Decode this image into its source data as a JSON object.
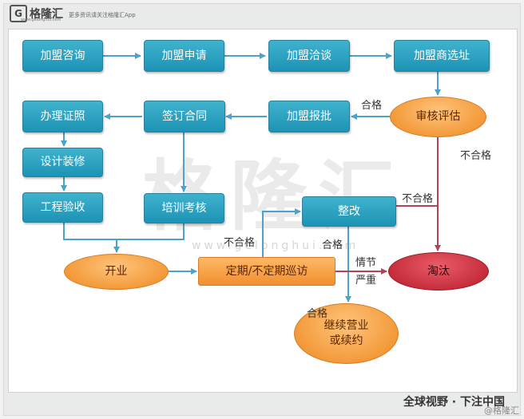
{
  "header": {
    "logo_glyph": "G",
    "logo_name": "格隆汇",
    "logo_url": "www.gelonghui.com",
    "tagline": "更多资讯请关注格隆汇App"
  },
  "watermark": {
    "text": "格隆汇",
    "url": "www.gelonghui.com"
  },
  "footer": {
    "slogan": "全球视野 · 下注中国",
    "corner_credit": "@格隆汇"
  },
  "nodes": {
    "consult": "加盟咨询",
    "apply": "加盟申请",
    "negotiate": "加盟洽谈",
    "site": "加盟商选址",
    "review": "审核评估",
    "approve": "加盟报批",
    "contract": "签订合同",
    "license": "办理证照",
    "design": "设计装修",
    "inspection": "工程验收",
    "training": "培训考核",
    "rectify": "整改",
    "open": "开业",
    "patrol": "定期/不定期巡访",
    "eliminate": "淘汰",
    "continue_line1": "继续营业",
    "continue_line2": "或续约"
  },
  "edge_labels": {
    "pass_review": "合格",
    "fail_review": "不合格",
    "fail_rectify": "不合格",
    "fail_patrol": "不合格",
    "pass_rectify": "合格",
    "severe_line1": "情节",
    "severe_line2": "严重",
    "pass_patrol": "合格"
  },
  "colors": {
    "arrow": "#4aa3c8",
    "red_arrow": "#b54352",
    "node_blue": "#2aa3c4",
    "node_orange": "#f39a3a",
    "node_red": "#c42a3a"
  }
}
